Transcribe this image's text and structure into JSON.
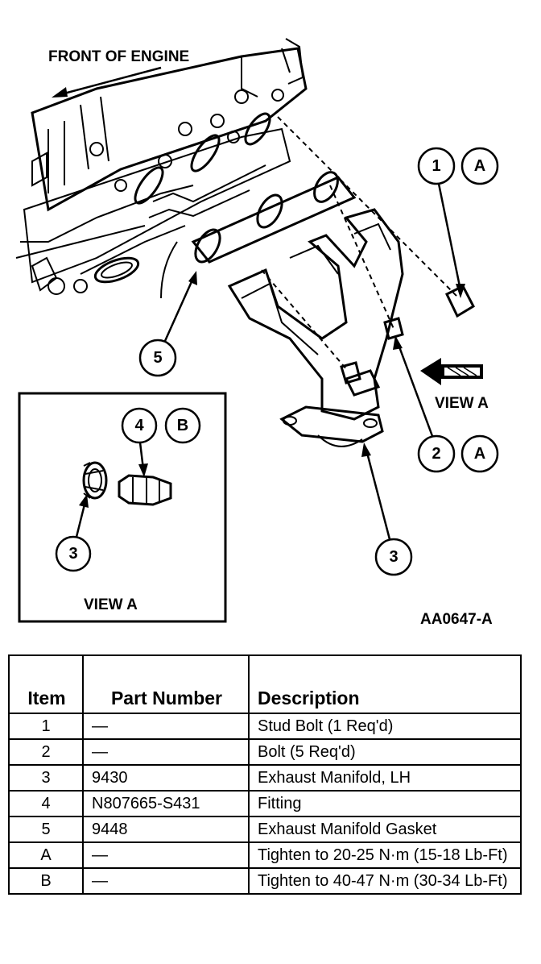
{
  "diagram": {
    "front_label": "FRONT OF ENGINE",
    "view_a_arrow_label": "VIEW A",
    "inset_label": "VIEW A",
    "figure_code": "AA0647-A",
    "callouts": [
      {
        "id": "c1",
        "num": "1",
        "letter": "A"
      },
      {
        "id": "c2",
        "num": "2",
        "letter": "A"
      },
      {
        "id": "c3",
        "num": "3"
      },
      {
        "id": "c4",
        "num": "4",
        "letter": "B"
      },
      {
        "id": "c3-inset",
        "num": "3"
      },
      {
        "id": "c5",
        "num": "5"
      }
    ]
  },
  "table": {
    "headers": {
      "item": "Item",
      "part": "Part Number",
      "description": "Description"
    },
    "rows": [
      {
        "item": "1",
        "part": "—",
        "description": "Stud Bolt (1 Req'd)"
      },
      {
        "item": "2",
        "part": "—",
        "description": "Bolt (5 Req'd)"
      },
      {
        "item": "3",
        "part": "9430",
        "description": "Exhaust Manifold, LH"
      },
      {
        "item": "4",
        "part": "N807665-S431",
        "description": "Fitting"
      },
      {
        "item": "5",
        "part": "9448",
        "description": "Exhaust Manifold Gasket"
      },
      {
        "item": "A",
        "part": "—",
        "description": "Tighten to 20-25 N·m (15-18 Lb-Ft)"
      },
      {
        "item": "B",
        "part": "—",
        "description": "Tighten to 40-47 N·m (30-34 Lb-Ft)"
      }
    ]
  }
}
